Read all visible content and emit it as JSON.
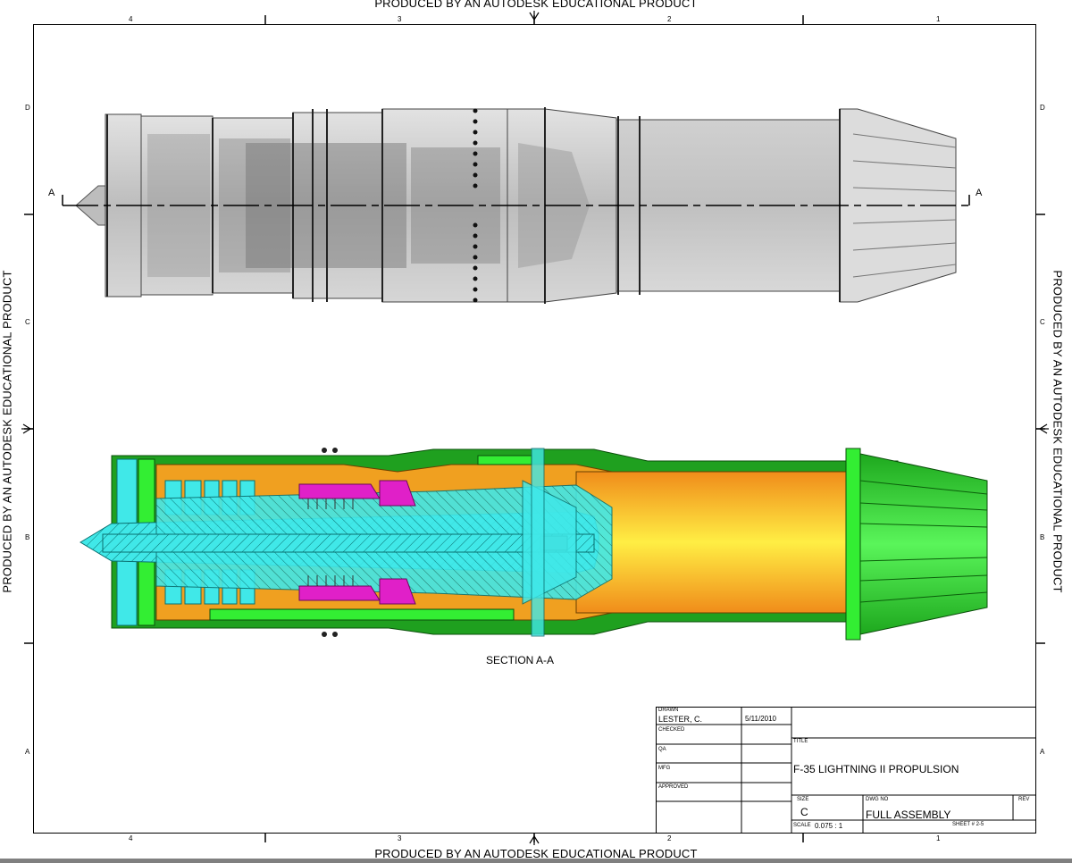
{
  "watermark": {
    "text": "PRODUCED BY AN AUTODESK EDUCATIONAL PRODUCT"
  },
  "zones": {
    "columns": [
      "4",
      "3",
      "2",
      "1"
    ],
    "rows": [
      "D",
      "C",
      "B",
      "A"
    ]
  },
  "views": {
    "section_marker": "A",
    "section_caption": "SECTION A-A"
  },
  "title_block": {
    "drawn_label": "DRAWN",
    "drawn_by": "LESTER, C.",
    "drawn_date": "5/11/2010",
    "checked_label": "CHECKED",
    "qa_label": "QA",
    "mfg_label": "MFG",
    "approved_label": "APPROVED",
    "title_label": "TITLE",
    "title": "F-35 LIGHTNING II PROPULSION",
    "size_label": "SIZE",
    "size": "C",
    "dwg_no_label": "DWG NO",
    "dwg_no": "FULL ASSEMBLY",
    "rev_label": "REV",
    "scale_label": "SCALE",
    "scale": "0.075 : 1",
    "sheet": "SHEET # 2-5"
  },
  "colors": {
    "casing_green": "#1fa01f",
    "bright_green": "#33ee33",
    "core_cyan": "#40e8e8",
    "rotor_magenta": "#e020c8",
    "duct_orange": "#f0a020",
    "exhaust_yellow": "#ffee44",
    "shell_gray": "#c8c8c8"
  }
}
